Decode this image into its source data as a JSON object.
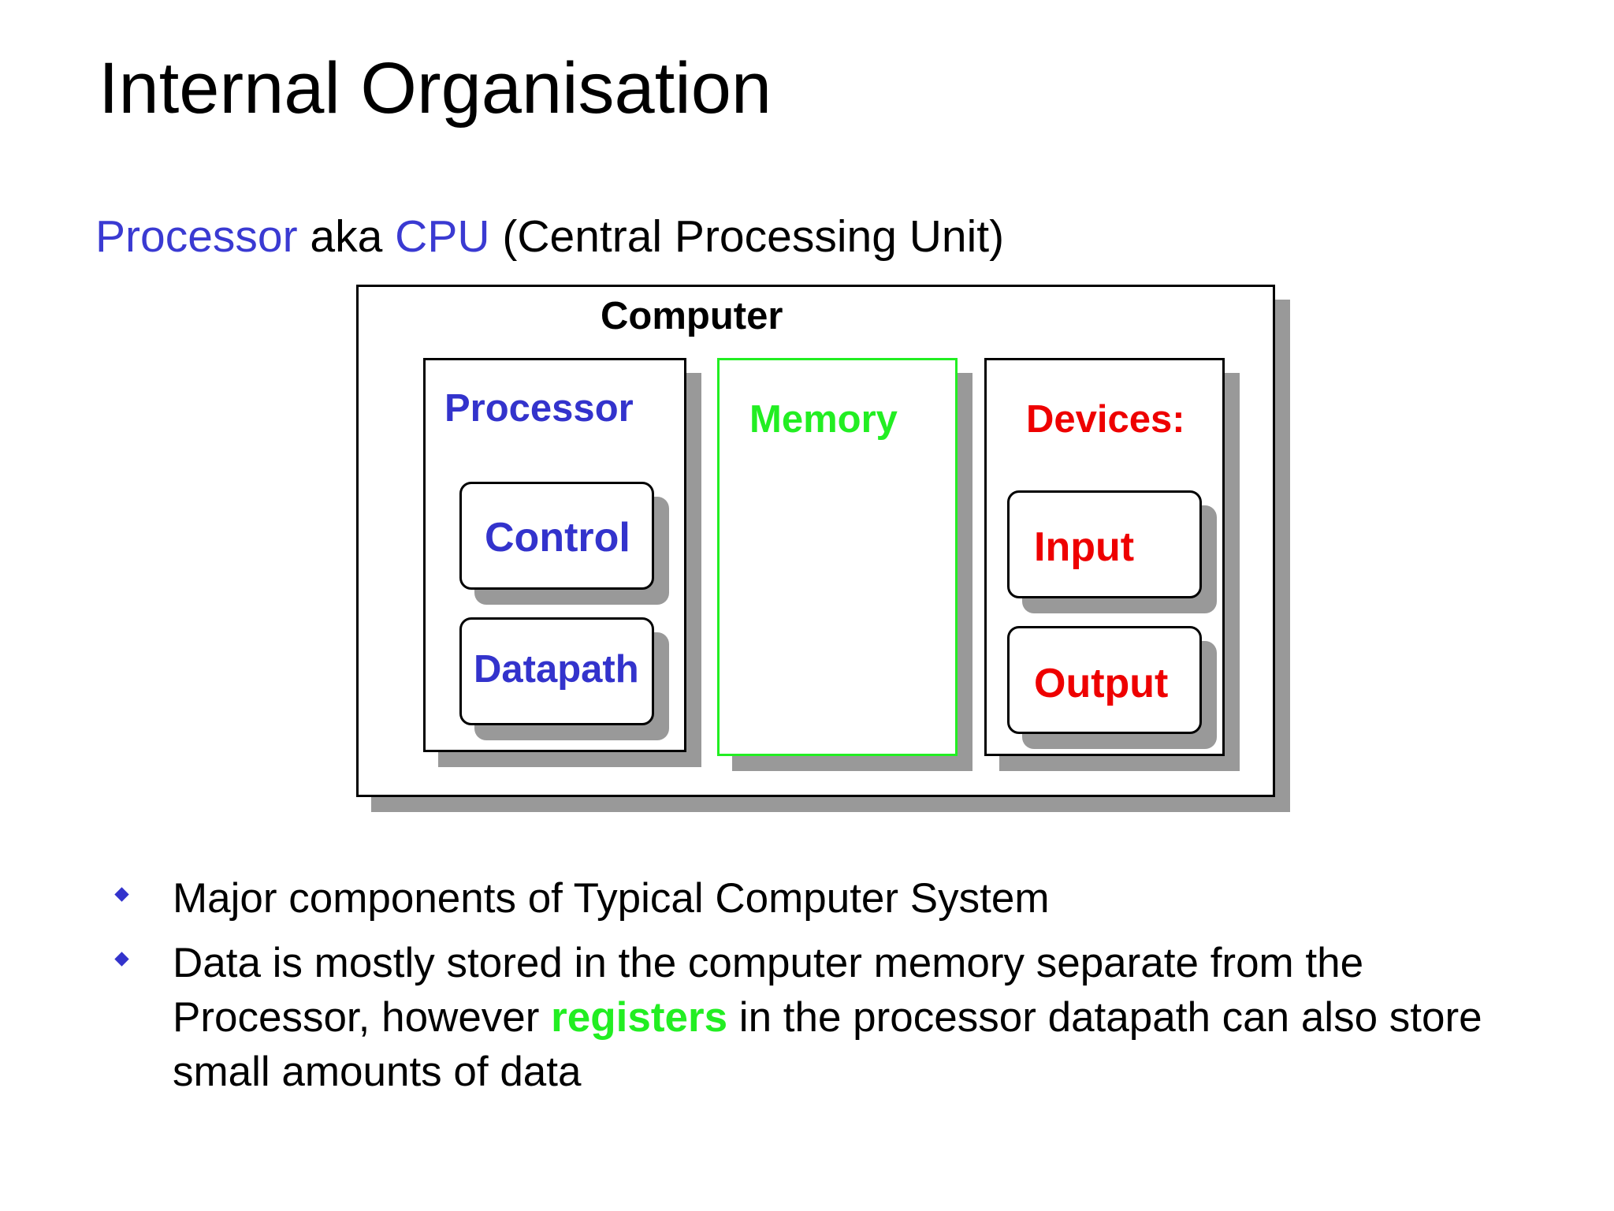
{
  "slide": {
    "title": "Internal Organisation",
    "subtitle": {
      "term1": "Processor",
      "connector": " aka ",
      "term2": "CPU",
      "rest": " (Central Processing Unit)"
    }
  },
  "diagram": {
    "computer_label": "Computer",
    "processor": {
      "label": "Processor",
      "components": [
        "Control",
        "Datapath"
      ]
    },
    "memory": {
      "label": "Memory"
    },
    "devices": {
      "label": "Devices:",
      "components": [
        "Input",
        "Output"
      ]
    }
  },
  "bullets": {
    "item1": "Major components of Typical Computer System",
    "item2": {
      "before": "Data is mostly stored in the computer memory separate from the Processor, however ",
      "highlight": "registers",
      "after": " in the processor datapath can also store small amounts of data"
    }
  },
  "colors": {
    "processor_text": "#3333cc",
    "memory_text": "#22ee22",
    "devices_text": "#ee0000",
    "shadow": "#999999",
    "bullet": "#3333cc"
  }
}
